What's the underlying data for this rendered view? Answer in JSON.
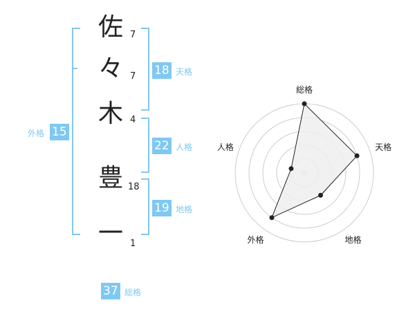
{
  "name": {
    "chars": [
      {
        "char": "佐",
        "strokes": "7"
      },
      {
        "char": "々",
        "strokes": "7"
      },
      {
        "char": "木",
        "strokes": "4"
      },
      {
        "char": "豊",
        "strokes": "18"
      },
      {
        "char": "一",
        "strokes": "1"
      }
    ]
  },
  "fortune": {
    "tenkaku": {
      "value": "18",
      "label": "天格"
    },
    "jinkaku": {
      "value": "22",
      "label": "人格"
    },
    "chikaku": {
      "value": "19",
      "label": "地格"
    },
    "gaikaku": {
      "value": "15",
      "label": "外格"
    },
    "soukaku": {
      "value": "37",
      "label": "総格"
    }
  },
  "colors": {
    "accent": "#7fc8f2",
    "text": "#222222",
    "radar_ring": "#cccccc",
    "radar_fill": "#eeeeee"
  },
  "chart_data": {
    "type": "radar",
    "axes": [
      "総格",
      "天格",
      "地格",
      "外格",
      "人格"
    ],
    "values": [
      5,
      4,
      2,
      4,
      1
    ],
    "max": 5,
    "rings": 5
  }
}
